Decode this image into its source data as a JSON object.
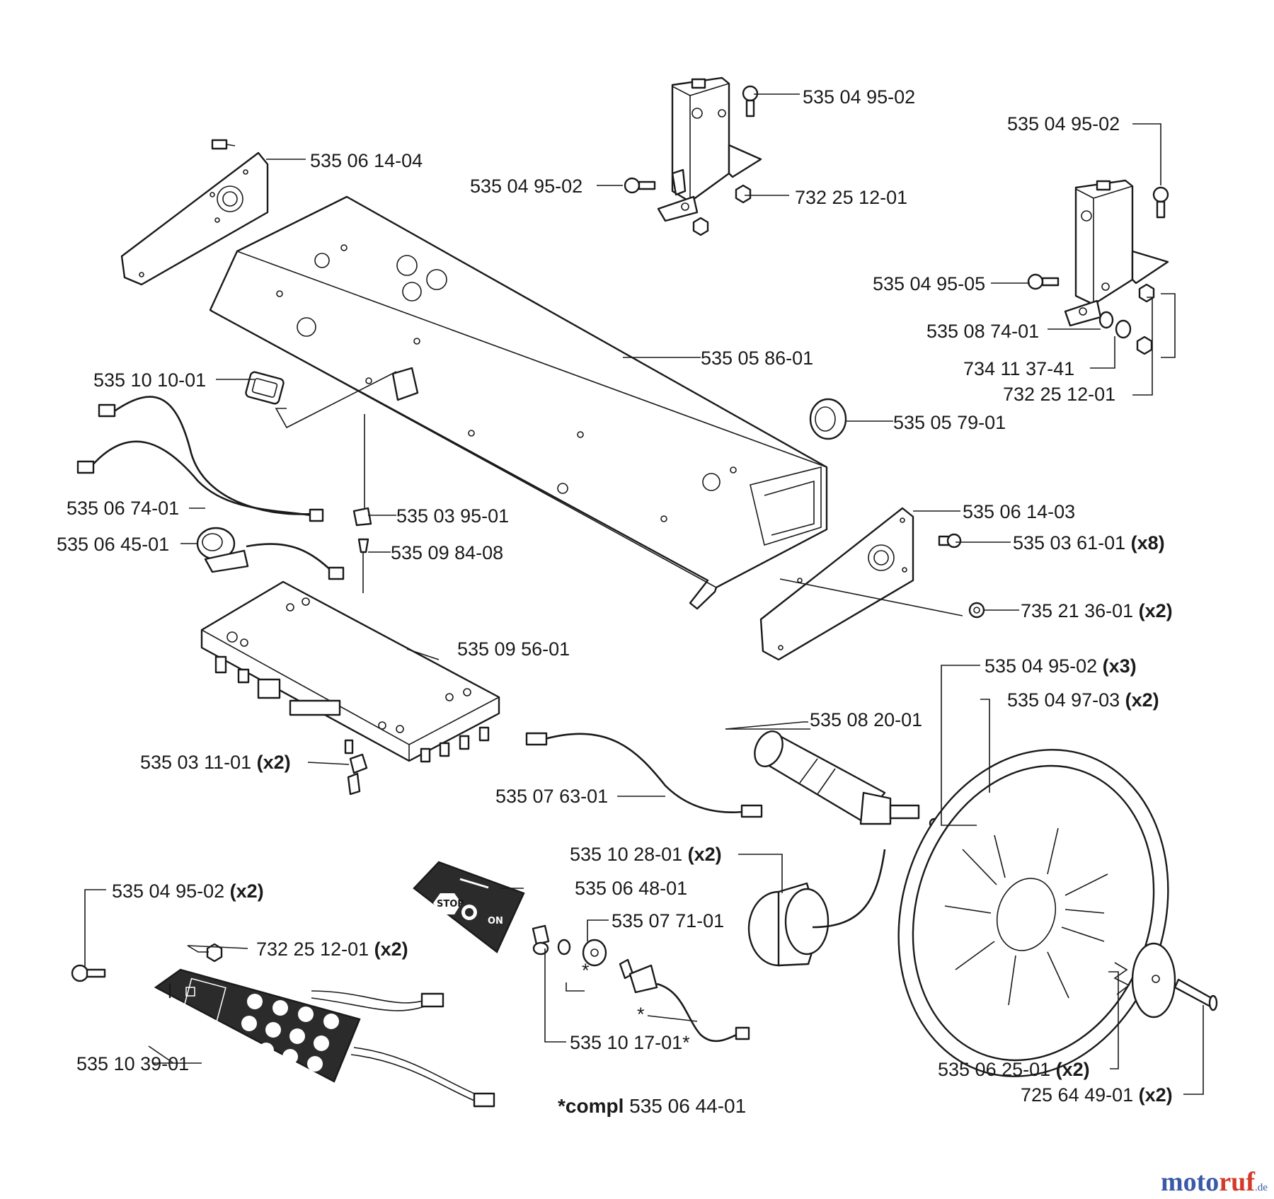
{
  "labels": {
    "p01": "535 04 95-02",
    "p02": "535 06 14-04",
    "p03": "535 04 95-02",
    "p04": "732 25 12-01",
    "p05": "535 04 95-02",
    "p06": "535 04 95-05",
    "p07": "535 08 74-01",
    "p08": "734 11 37-41",
    "p09": "732 25 12-01",
    "p10": "535 05 86-01",
    "p11": "535 10 10-01",
    "p12": "535 05 79-01",
    "p13": "535 06 74-01",
    "p14": "535 03 95-01",
    "p15": "535 06 14-03",
    "p16": "535 06 45-01",
    "p17": "535 09 84-08",
    "p18": "535 03 61-01",
    "p19": "735 21 36-01",
    "p20": "535 09 56-01",
    "p21": "535 04 95-02",
    "p22": "535 04 97-03",
    "p23": "535 08 20-01",
    "p24": "535 03 11-01",
    "p25": "535 07 63-01",
    "p26": "535 10 28-01",
    "p27": "535 04 95-02",
    "p28": "535 06 48-01",
    "p29": "535 07 71-01",
    "p30": "732 25 12-01",
    "p31": "535 10 17-01*",
    "p32": "535 10 39-01",
    "p33": "535 06 25-01",
    "p34": "725 64 49-01"
  },
  "quantities": {
    "q18": "(x8)",
    "q19": "(x2)",
    "q21": "(x3)",
    "q22": "(x2)",
    "q24": "(x2)",
    "q26": "(x2)",
    "q27": "(x2)",
    "q30": "(x2)",
    "q33": "(x2)",
    "q34": "(x2)"
  },
  "markers": {
    "asterisk_a": "*",
    "asterisk_b": "*"
  },
  "decal": {
    "stop": "STOP",
    "on": "ON"
  },
  "footnote": {
    "prefix": "*compl",
    "part": "535 06 44-01"
  },
  "watermark": {
    "part1": "moto",
    "part2": "ruf",
    "suffix": ".de"
  }
}
